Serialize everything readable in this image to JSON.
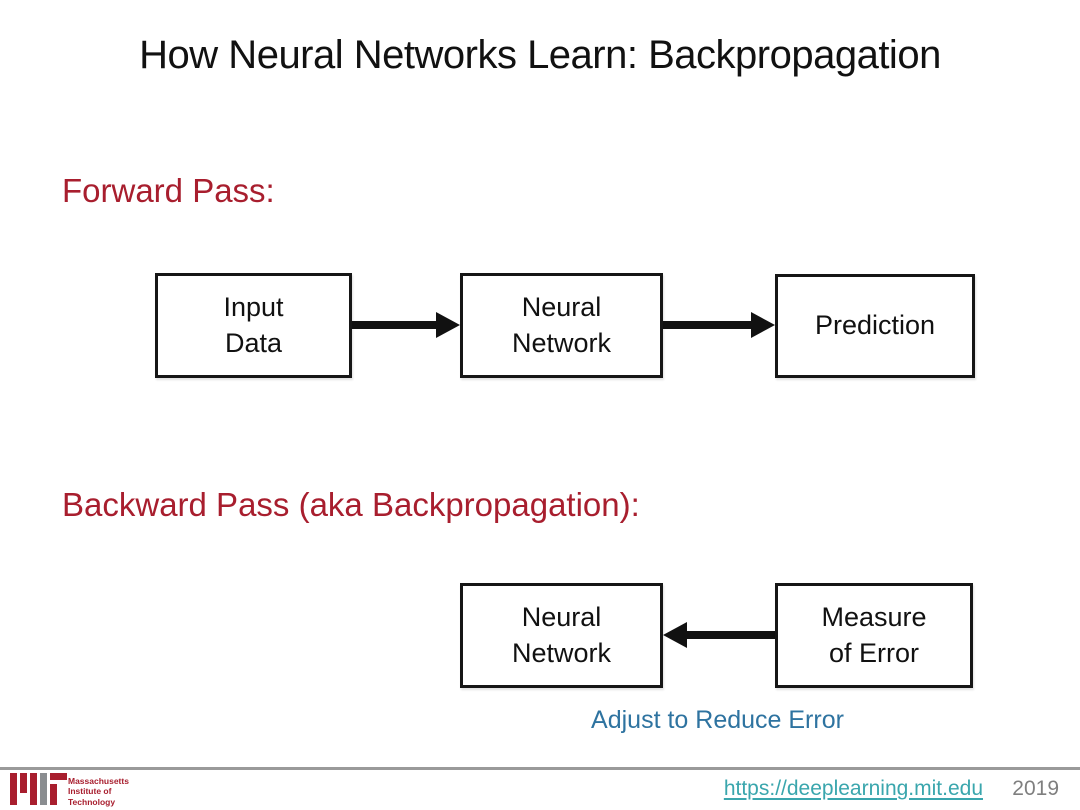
{
  "slide": {
    "title": "How Neural Networks Learn: Backpropagation"
  },
  "forward": {
    "heading": "Forward Pass:",
    "boxes": {
      "input": "Input\nData",
      "network": "Neural\nNetwork",
      "prediction": "Prediction"
    }
  },
  "backward": {
    "heading": "Backward Pass (aka Backpropagation):",
    "boxes": {
      "network": "Neural\nNetwork",
      "error": "Measure\nof Error"
    },
    "note": "Adjust to Reduce Error"
  },
  "footer": {
    "logo_text": "Massachusetts\nInstitute of\nTechnology",
    "link": "https://deeplearning.mit.edu",
    "year": "2019"
  },
  "colors": {
    "heading_red": "#A81E2E",
    "note_blue": "#2E73A0",
    "link_teal": "#3AA6AD",
    "year_gray": "#7F7F7F",
    "box_border_black": "#161616"
  }
}
